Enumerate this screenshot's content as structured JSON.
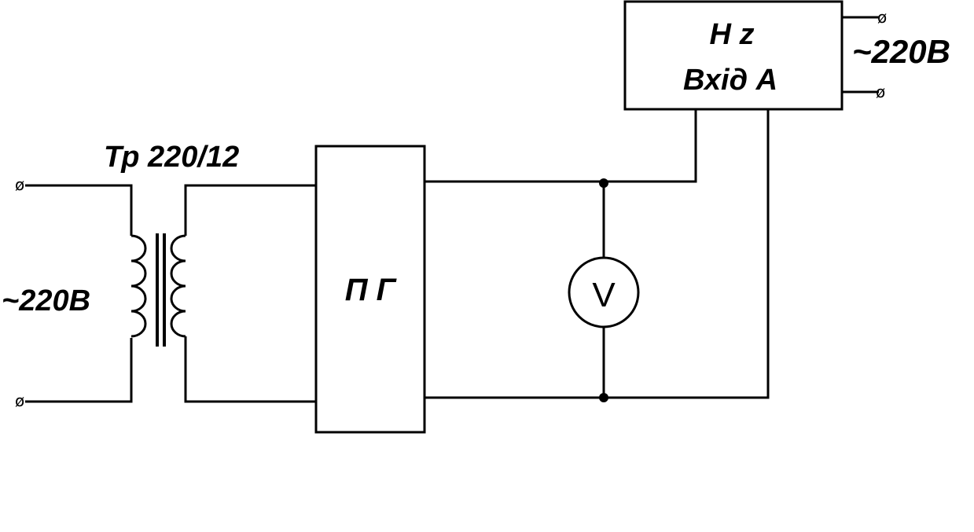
{
  "labels": {
    "transformer": "Тр 220/12",
    "input_voltage": "~220В",
    "generator_block": "П Г",
    "meter_line1": "Н z",
    "meter_line2": "Вхід А",
    "meter_supply": "~220В",
    "voltmeter": "V"
  },
  "terminal_glyph": "ø",
  "colors": {
    "line": "#000000",
    "background": "#ffffff"
  }
}
